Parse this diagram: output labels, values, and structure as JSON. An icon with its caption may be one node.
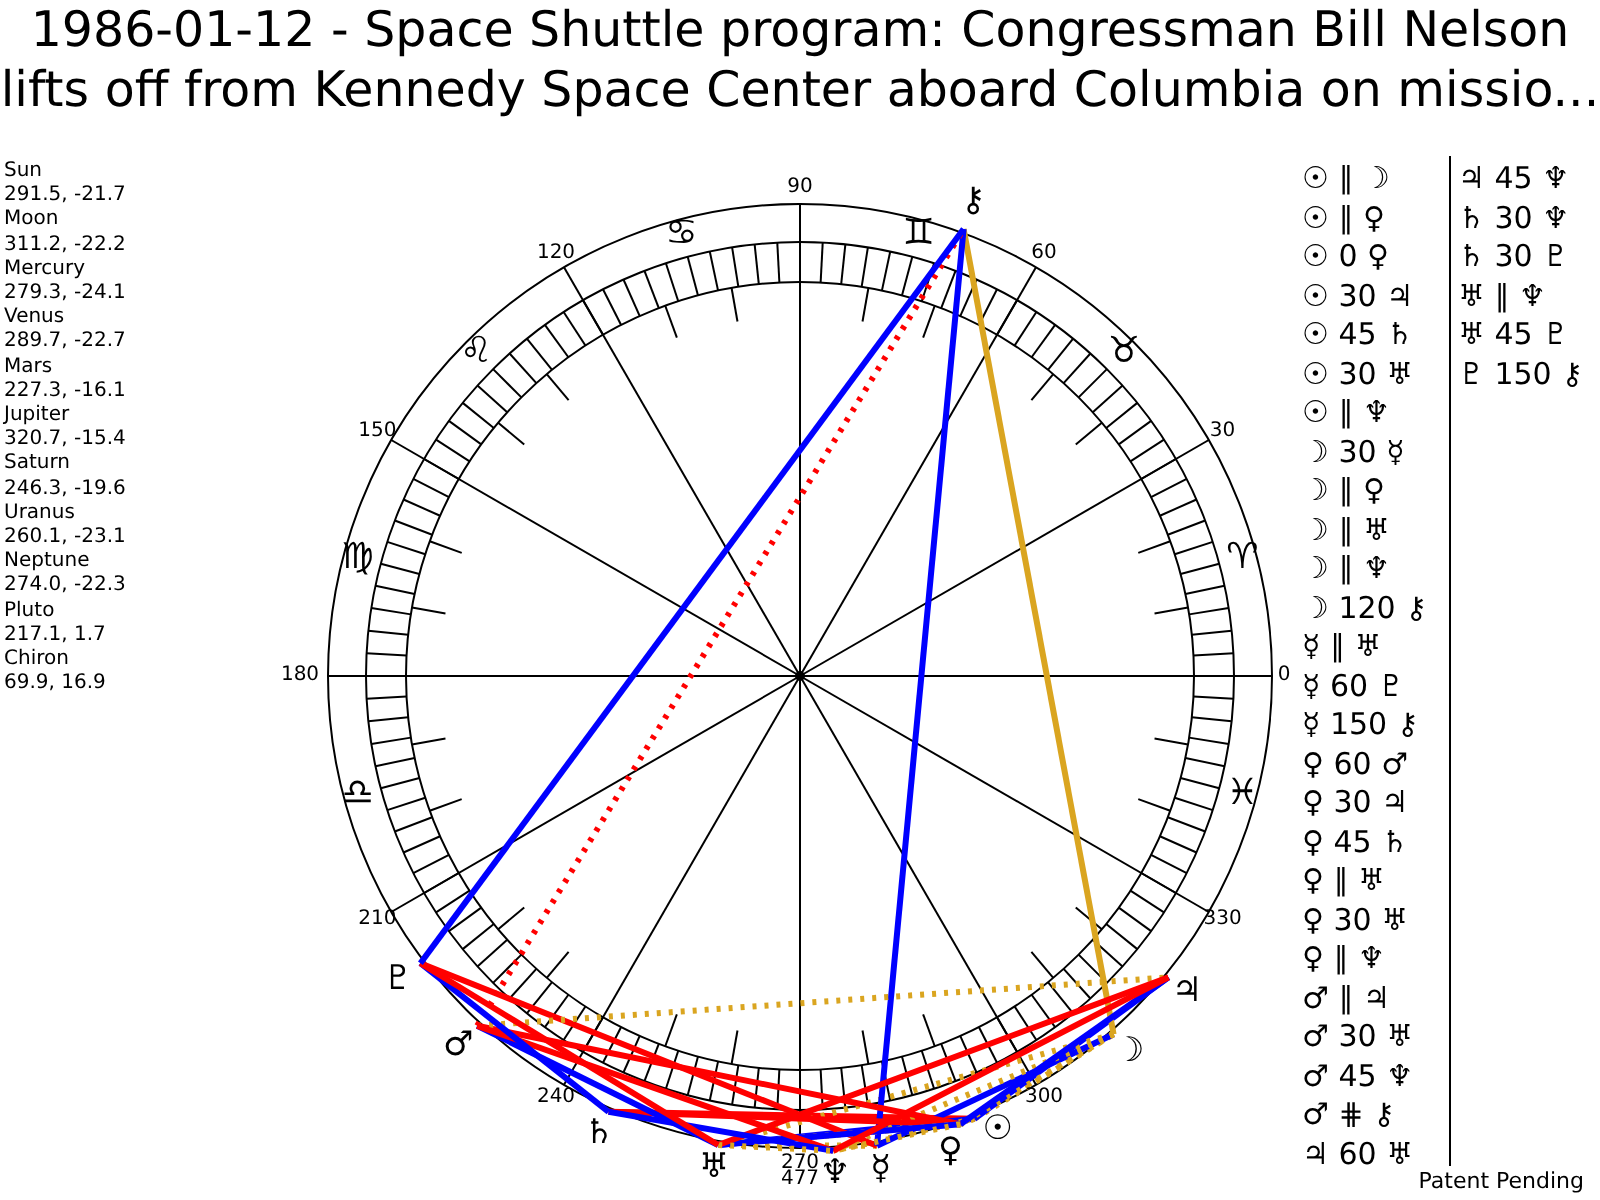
{
  "diagram": {
    "title": "1986-01-12 - Space Shuttle program: Congressman Bill Nelson lifts off from Kennedy Space Center aboard Columbia on missio...",
    "nodes": [
      {
        "text": [
          "⚷"
        ]
      },
      {
        "text": [
          "♃"
        ]
      },
      {
        "text": [
          "♇"
        ]
      },
      {
        "text": [
          "☽"
        ]
      },
      {
        "text": [
          "♂"
        ]
      },
      {
        "text": [
          "♄"
        ]
      },
      {
        "text": [
          "☉"
        ]
      },
      {
        "text": [
          "♀"
        ]
      },
      {
        "text": [
          "☿"
        ]
      },
      {
        "text": [
          "♅"
        ]
      },
      {
        "text": [
          "♆"
        ]
      }
    ],
    "edges": [
      {
        "from": 6,
        "to": 3,
        "arrow": "none",
        "style": "dashed",
        "color": "#daa520"
      },
      {
        "from": 6,
        "to": 7,
        "arrow": "none",
        "style": "dashed",
        "color": "#daa520"
      },
      {
        "from": 6,
        "to": 1,
        "arrow": "none",
        "color": "#0000ff"
      },
      {
        "from": 6,
        "to": 5,
        "arrow": "none",
        "color": "#ff0000"
      },
      {
        "from": 6,
        "to": 9,
        "arrow": "none",
        "color": "#0000ff"
      },
      {
        "from": 6,
        "to": 10,
        "arrow": "none",
        "style": "dashed",
        "color": "#daa520"
      },
      {
        "from": 3,
        "to": 8,
        "arrow": "none",
        "color": "#0000ff"
      },
      {
        "from": 3,
        "to": 7,
        "arrow": "none",
        "style": "dashed",
        "color": "#daa520"
      },
      {
        "from": 3,
        "to": 9,
        "arrow": "none",
        "style": "dashed",
        "color": "#daa520"
      },
      {
        "from": 3,
        "to": 10,
        "arrow": "none",
        "style": "dashed",
        "color": "#daa520"
      },
      {
        "from": 3,
        "to": 0,
        "arrow": "none",
        "color": "#daa520"
      },
      {
        "from": 8,
        "to": 9,
        "arrow": "none",
        "style": "dashed",
        "color": "#daa520"
      },
      {
        "from": 8,
        "to": 2,
        "arrow": "none",
        "color": "#ff0000"
      },
      {
        "from": 8,
        "to": 0,
        "arrow": "none",
        "color": "#0000ff"
      },
      {
        "from": 7,
        "to": 4,
        "arrow": "none",
        "color": "#ff0000"
      },
      {
        "from": 7,
        "to": 1,
        "arrow": "none",
        "color": "#0000ff"
      },
      {
        "from": 7,
        "to": 5,
        "arrow": "none",
        "color": "#ff0000"
      },
      {
        "from": 7,
        "to": 9,
        "arrow": "none",
        "style": "dashed",
        "color": "#daa520"
      },
      {
        "from": 7,
        "to": 9,
        "arrow": "none",
        "color": "#0000ff"
      },
      {
        "from": 7,
        "to": 10,
        "arrow": "none",
        "style": "dashed",
        "color": "#daa520"
      },
      {
        "from": 4,
        "to": 1,
        "arrow": "none",
        "style": "dashed",
        "color": "#daa520"
      },
      {
        "from": 4,
        "to": 9,
        "arrow": "none",
        "color": "#0000ff"
      },
      {
        "from": 4,
        "to": 10,
        "arrow": "none",
        "color": "#ff0000"
      },
      {
        "from": 4,
        "to": 0,
        "arrow": "none",
        "style": "dashed",
        "color": "#ff0000"
      },
      {
        "from": 1,
        "to": 9,
        "arrow": "none",
        "color": "#ff0000"
      },
      {
        "from": 1,
        "to": 10,
        "arrow": "none",
        "color": "#ff0000"
      },
      {
        "from": 5,
        "to": 10,
        "arrow": "none",
        "color": "#0000ff"
      },
      {
        "from": 5,
        "to": 2,
        "arrow": "none",
        "color": "#0000ff"
      },
      {
        "from": 9,
        "to": 10,
        "arrow": "none",
        "style": "dashed",
        "color": "#daa520"
      },
      {
        "from": 9,
        "to": 2,
        "arrow": "none",
        "color": "#ff0000"
      },
      {
        "from": 2,
        "to": 0,
        "arrow": "none",
        "color": "#0000ff"
      }
    ],
    "labels": [
      "Sun",
      "291.5, -21.7",
      "Moon",
      "311.2, -22.2",
      "Mercury",
      "279.3, -24.1",
      "Venus",
      "289.7, -22.7",
      "Mars",
      "227.3, -16.1",
      "Jupiter",
      "320.7, -15.4",
      "Saturn",
      "246.3, -19.6",
      "Uranus",
      "260.1, -23.1",
      "Neptune",
      "274.0, -22.3",
      "Pluto",
      "217.1, 1.7",
      "Chiron",
      "69.9, 16.9",
      "0",
      "30",
      "60",
      "90",
      "120",
      "150",
      "180",
      "210",
      "240",
      "270",
      "300",
      "330",
      "477",
      "♈",
      "♉",
      "♊",
      "♋",
      "♌",
      "♍",
      "♎",
      "♓",
      "☉ ∥ ☽",
      "☉ ∥ ♀",
      "☉ 0 ♀",
      "☉ 30 ♃",
      "☉ 45 ♄",
      "☉ 30 ♅",
      "☉ ∥ ♆",
      "☽ 30 ☿",
      "☽ ∥ ♀",
      "☽ ∥ ♅",
      "☽ ∥ ♆",
      "☽ 120 ⚷",
      "☿ ∥ ♅",
      "☿ 60 ♇",
      "☿ 150 ⚷",
      "♀ 60 ♂",
      "♀ 30 ♃",
      "♀ 45 ♄",
      "♀ ∥ ♅",
      "♀ 30 ♅",
      "♀ ∥ ♆",
      "♂ ∥ ♃",
      "♂ 30 ♅",
      "♂ 45 ♆",
      "♂ ⋕ ⚷",
      "♃ 60 ♅",
      "♃ 45 ♆",
      "♄ 30 ♆",
      "♄ 30 ♇",
      "♅ ∥ ♆",
      "♅ 45 ♇",
      "♇ 150 ⚷",
      "Patent Pending"
    ]
  }
}
